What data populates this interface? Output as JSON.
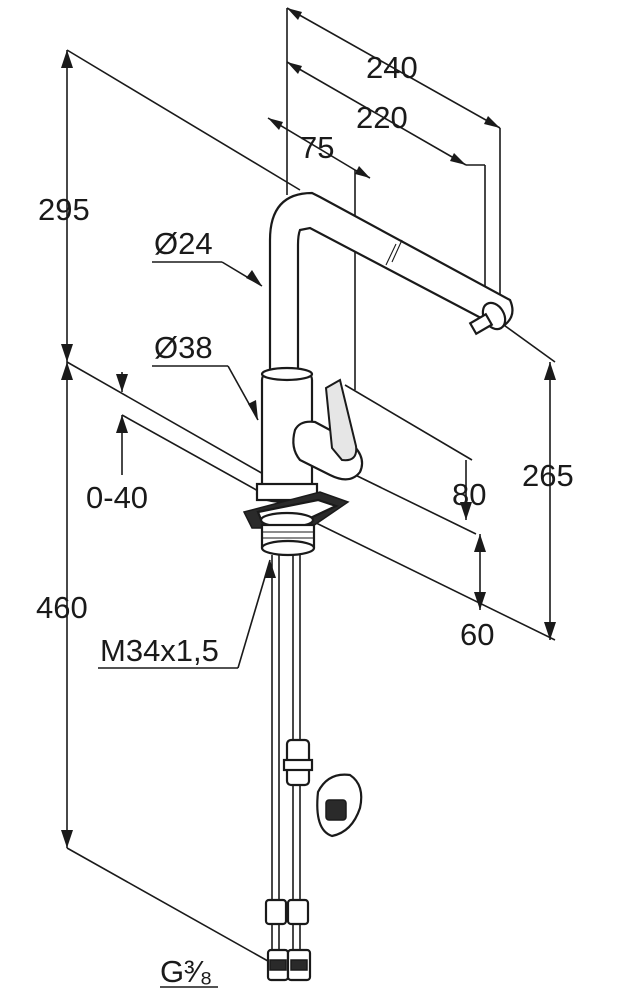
{
  "drawing": {
    "dimensions": {
      "spout_reach_total": "240",
      "spout_reach_inner": "220",
      "lever_offset": "75",
      "height_above_deck": "295",
      "spout_diameter": "Ø24",
      "body_diameter": "Ø38",
      "deck_thickness": "0-40",
      "lever_clearance": "80",
      "spout_outlet_height": "265",
      "base_depth": "60",
      "overall_height": "460",
      "mounting_thread": "M34x1,5",
      "connection_thread": "G³⁄₈"
    }
  }
}
